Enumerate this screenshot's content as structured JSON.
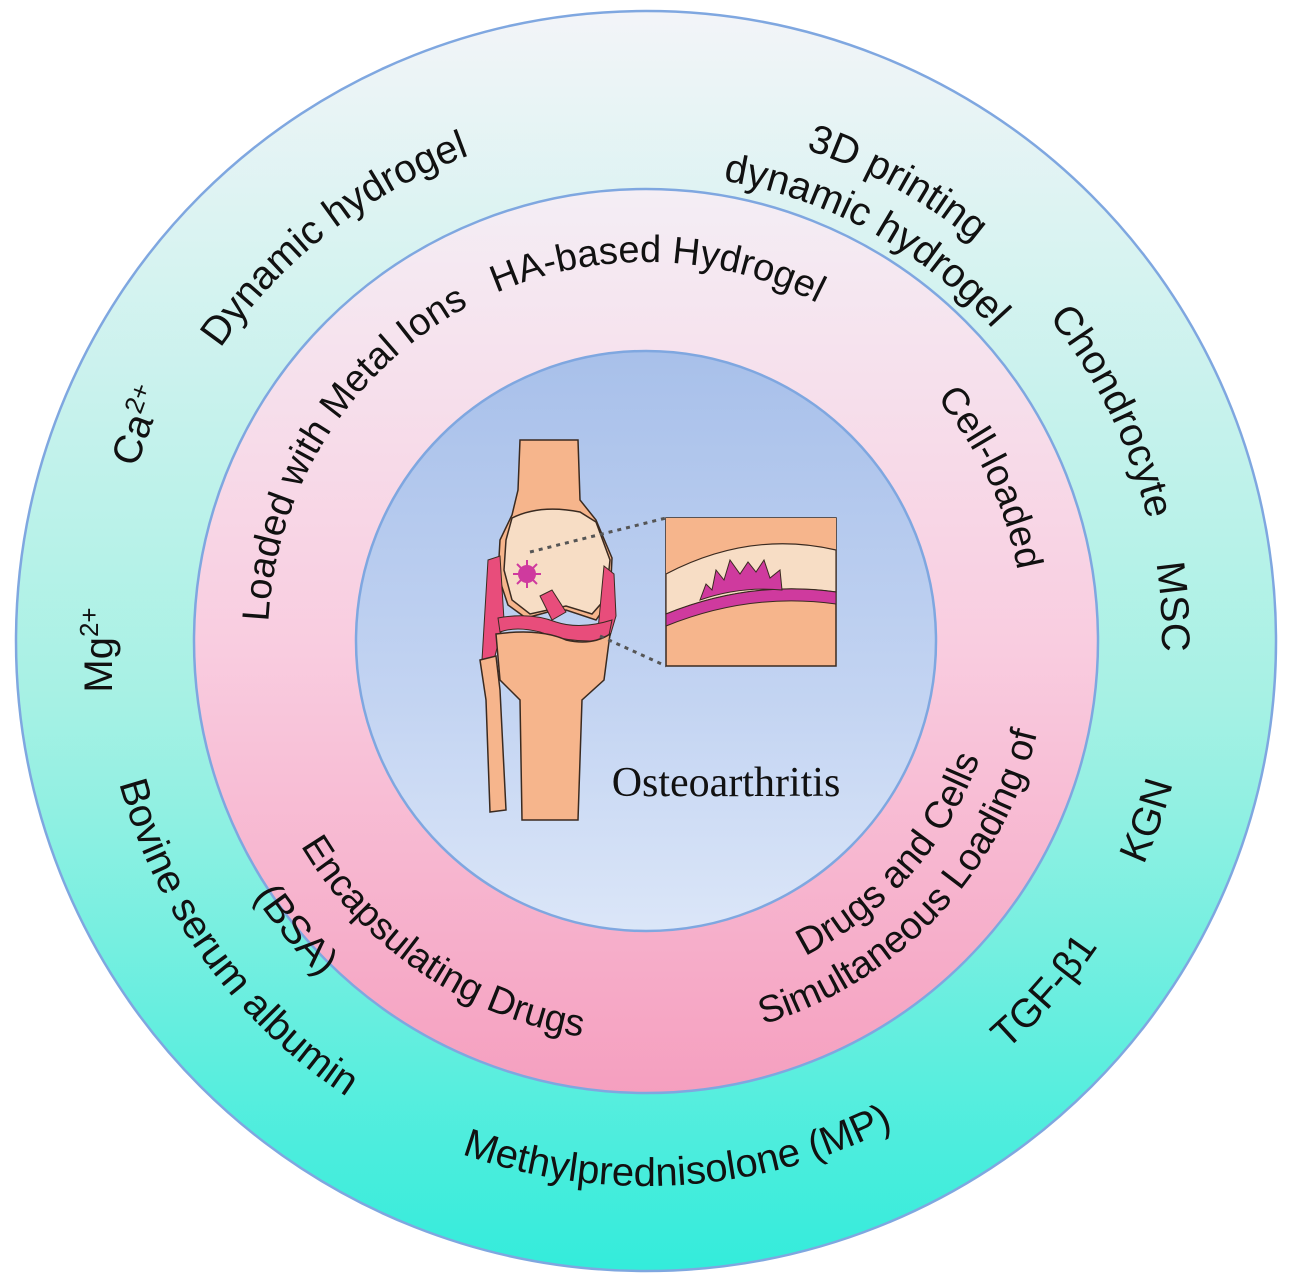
{
  "center": {
    "title": "Osteoarthritis"
  },
  "middle_ring": {
    "top": "HA-based Hydrogel",
    "right_upper": "Cell-loaded",
    "right_lower_line1": "Simultaneous Loading of",
    "right_lower_line2": "Drugs and Cells",
    "bottom": "Encapsulating Drugs",
    "left": "Loaded with Metal Ions"
  },
  "outer_ring": {
    "top_left": "Dynamic hydrogel",
    "top_right_line1": "3D printing",
    "top_right_line2": "dynamic hydrogel",
    "chondrocyte": "Chondrocyte",
    "mscs": "MSCs",
    "kgn": "KGN",
    "tgf": "TGF-β1",
    "mp": "Methylprednisolone (MP)",
    "bsa_line1": "Bovine serum albumin",
    "bsa_line2": "(BSA)",
    "ca": "Ca",
    "ca_sup": "2+",
    "mg": "Mg",
    "mg_sup": "2+"
  },
  "colors": {
    "outer_ring_top": "#edf6f8",
    "outer_ring_bottom": "#37ecdc",
    "middle_ring_top": "#f5ebf3",
    "middle_ring_bottom": "#f6a6c2",
    "center_top": "#d7e1f3",
    "center_bottom": "#b6cff0",
    "ring_border": "#7fa7e0",
    "bone": "#f6b58c",
    "cartilage": "#f7ddc5",
    "lesion": "#cf3a9e",
    "synovium": "#e84d7b"
  }
}
